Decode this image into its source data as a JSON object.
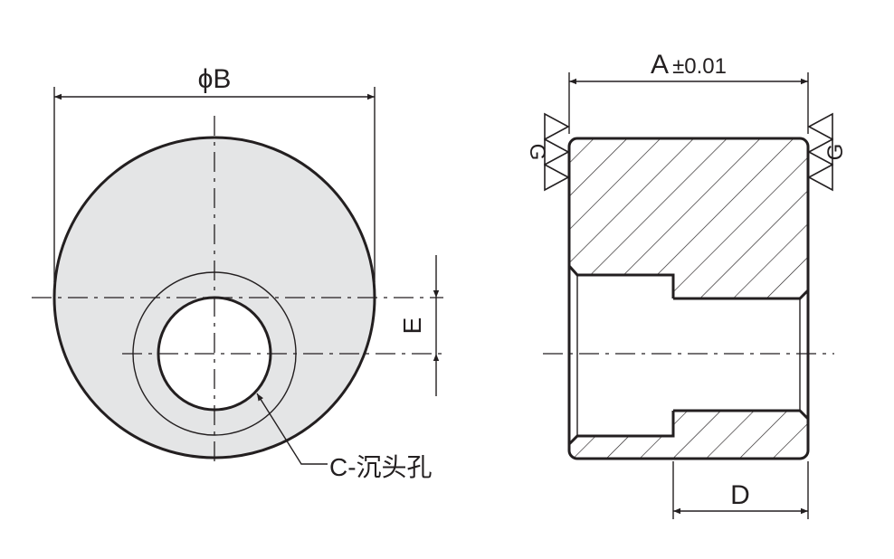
{
  "labels": {
    "outer_diameter": "ϕB",
    "length": "A",
    "length_tolerance": "±0.01",
    "finish_left": "G",
    "finish_right": "G",
    "offset": "E",
    "counterbore": "C-沉头孔",
    "bore_depth": "D"
  },
  "colors": {
    "line": "#231f20",
    "body_fill": "#e4e5e6",
    "hatch": "#231f20",
    "background": "#ffffff"
  }
}
